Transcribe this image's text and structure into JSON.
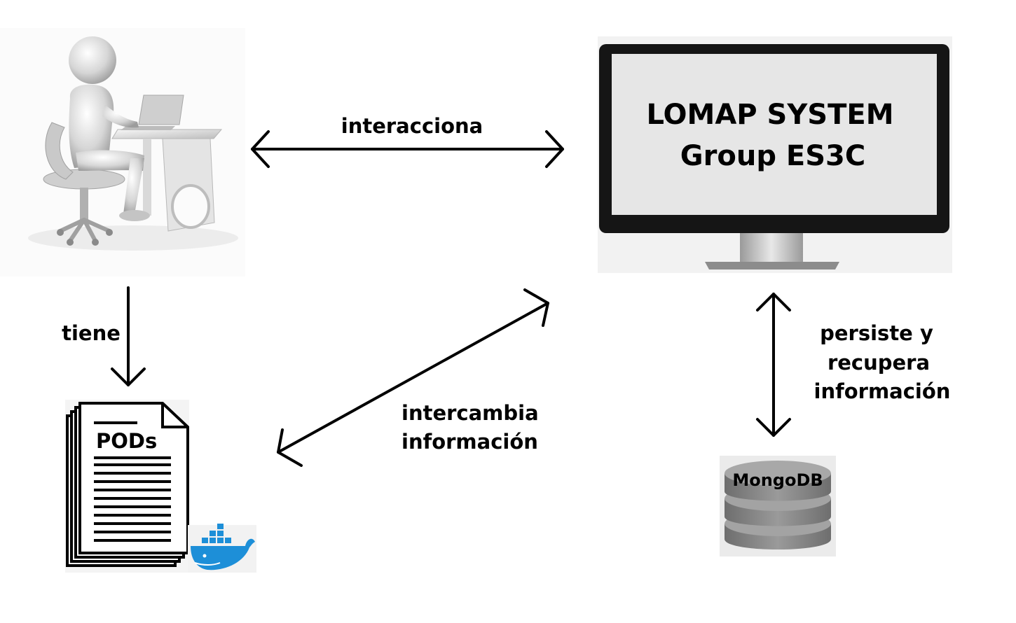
{
  "nodes": {
    "user": {
      "icon": "user-at-desk-icon"
    },
    "system": {
      "title_line1": "LOMAP SYSTEM",
      "title_line2": "Group ES3C",
      "icon": "monitor-icon"
    },
    "pods": {
      "label": "PODs",
      "icon": "document-stack-icon",
      "badge_icon": "docker-whale-icon"
    },
    "database": {
      "label": "MongoDB",
      "icon": "database-cylinder-icon"
    }
  },
  "edges": {
    "user_system": {
      "label": "interacciona"
    },
    "user_pods": {
      "label": "tiene"
    },
    "pods_system": {
      "label_line1": "intercambia",
      "label_line2": "información"
    },
    "system_db": {
      "label_line1": "persiste y",
      "label_line2": "recupera",
      "label_line3": "información"
    }
  },
  "colors": {
    "text": "#000000",
    "screen": "#e6e6e6",
    "bezel": "#151515",
    "figure": "#d2d2d2",
    "database": "#7d7d7d",
    "docker_blue": "#1d8fd8"
  }
}
